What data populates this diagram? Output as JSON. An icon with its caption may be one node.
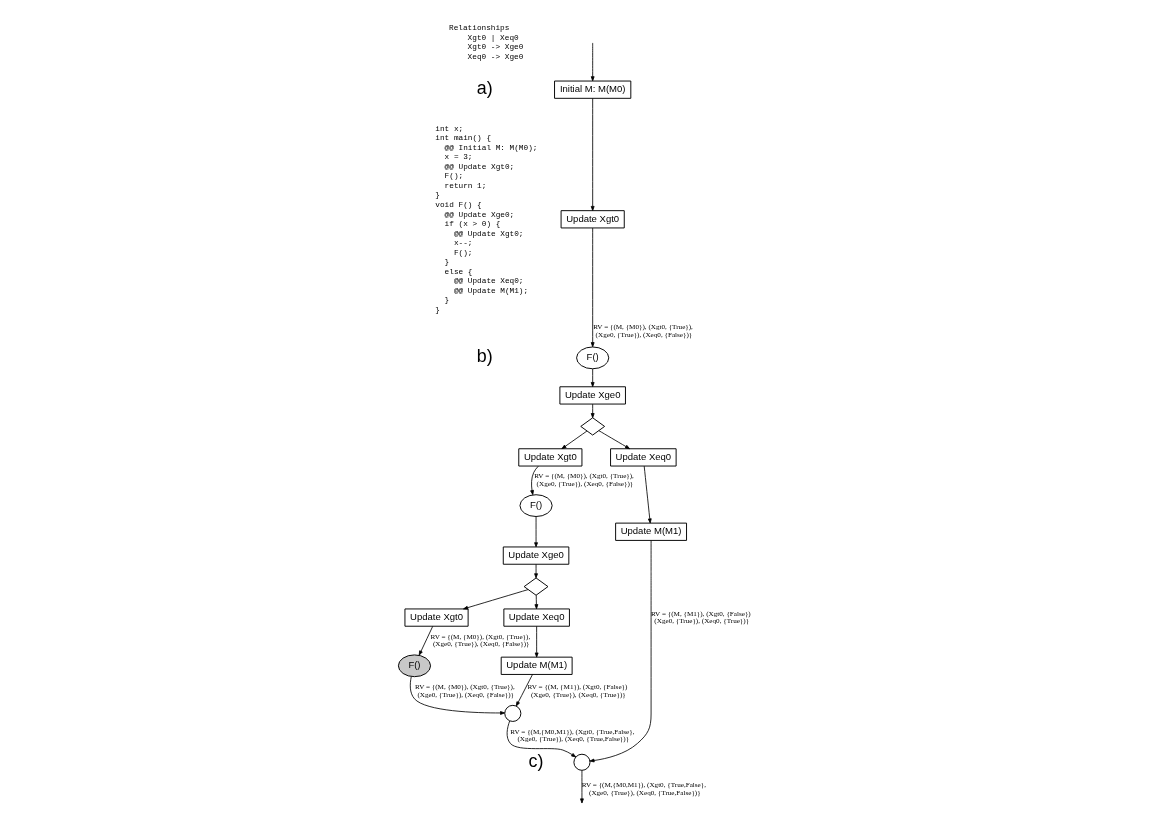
{
  "diagram": {
    "nodes": [
      {
        "text": [
          "Initial M: M(M0)"
        ]
      },
      {
        "text": [
          "Update Xgt0"
        ]
      },
      {
        "text": [
          "F()"
        ]
      },
      {
        "text": [
          "Update Xge0"
        ]
      },
      {
        "text": [],
        "shape": "diamond"
      },
      {
        "text": [
          "Update Xgt0"
        ]
      },
      {
        "text": [
          "Update Xeq0"
        ]
      },
      {
        "text": [
          "F()"
        ]
      },
      {
        "text": [
          "Update M(M1)"
        ]
      },
      {
        "text": [
          "Update Xge0"
        ]
      },
      {
        "text": [],
        "shape": "diamond"
      },
      {
        "text": [
          "Update Xgt0"
        ]
      },
      {
        "text": [
          "Update Xeq0"
        ]
      },
      {
        "text": [
          "F()"
        ]
      },
      {
        "text": [
          "Update M(M1)"
        ]
      },
      {
        "text": [],
        "shape": "circle"
      },
      {
        "text": [],
        "shape": "circle"
      }
    ],
    "edges": [
      {
        "from": null,
        "to": 0,
        "arrow": "to"
      },
      {
        "from": 0,
        "to": 1,
        "arrow": "to"
      },
      {
        "from": 1,
        "to": 2,
        "arrow": "to",
        "label": "RV = {(M, {M0}), (Xgt0, {True}), (Xge0, {True}), (Xeq0, {False})}"
      },
      {
        "from": 2,
        "to": 3,
        "arrow": "to"
      },
      {
        "from": 3,
        "to": 4,
        "arrow": "to"
      },
      {
        "from": 4,
        "to": 5,
        "arrow": "to"
      },
      {
        "from": 4,
        "to": 6,
        "arrow": "to"
      },
      {
        "from": 5,
        "to": 7,
        "arrow": "to",
        "label": "RV = {(M, {M0}), (Xgt0, {True}), (Xge0, {True}), (Xeq0, {False})}"
      },
      {
        "from": 6,
        "to": 8,
        "arrow": "to"
      },
      {
        "from": 7,
        "to": 9,
        "arrow": "to"
      },
      {
        "from": 9,
        "to": 10,
        "arrow": "to"
      },
      {
        "from": 10,
        "to": 11,
        "arrow": "to"
      },
      {
        "from": 10,
        "to": 12,
        "arrow": "to"
      },
      {
        "from": 11,
        "to": 13,
        "arrow": "to",
        "label": "RV = {(M, {M0}), (Xgt0, {True}), (Xge0, {True}), (Xeq0, {False})}"
      },
      {
        "from": 12,
        "to": 14,
        "arrow": "to"
      },
      {
        "from": 13,
        "to": 15,
        "arrow": "to",
        "label": "RV = {(M, {M0}), (Xgt0, {True}), (Xge0, {True}), (Xeq0, {False})}"
      },
      {
        "from": 14,
        "to": 15,
        "arrow": "to",
        "label": "RV = {(M, {M1}), (Xgt0, {False}) (Xge0, {True}), (Xeq0, {True})}"
      },
      {
        "from": 8,
        "to": 16,
        "arrow": "to",
        "label": "RV = {(M, {M1}), (Xgt0, {False}) (Xge0, {True}), (Xeq0, {True})}"
      },
      {
        "from": 15,
        "to": 16,
        "arrow": "to",
        "label": "RV = {(M,{M0,M1}), (Xgt0, {True,False}, (Xge0, {True}), (Xeq0, {True,False})}"
      },
      {
        "from": 16,
        "to": null,
        "arrow": "to",
        "label": "RV = {(M,{M0,M1}), (Xgt0, {True,False}, (Xge0, {True}), (Xeq0, {True,False})}"
      }
    ],
    "labels": [
      "Relationships",
      "    Xgt0 | Xeq0",
      "    Xgt0 -> Xge0",
      "    Xeq0 -> Xge0",
      "a)",
      "int x;",
      "int main() {",
      "  @@ Initial M: M(M0);",
      "  x = 3;",
      "  @@ Update Xgt0;",
      "  F();",
      "  return 1;",
      "}",
      "void F() {",
      "  @@ Update Xge0;",
      "  if (x > 0) {",
      "    @@ Update Xgt0;",
      "    x--;",
      "    F();",
      "  }",
      "  else {",
      "    @@ Update Xeq0;",
      "    @@ Update M(M1);",
      "  }",
      "}",
      "b)",
      "c)"
    ]
  }
}
